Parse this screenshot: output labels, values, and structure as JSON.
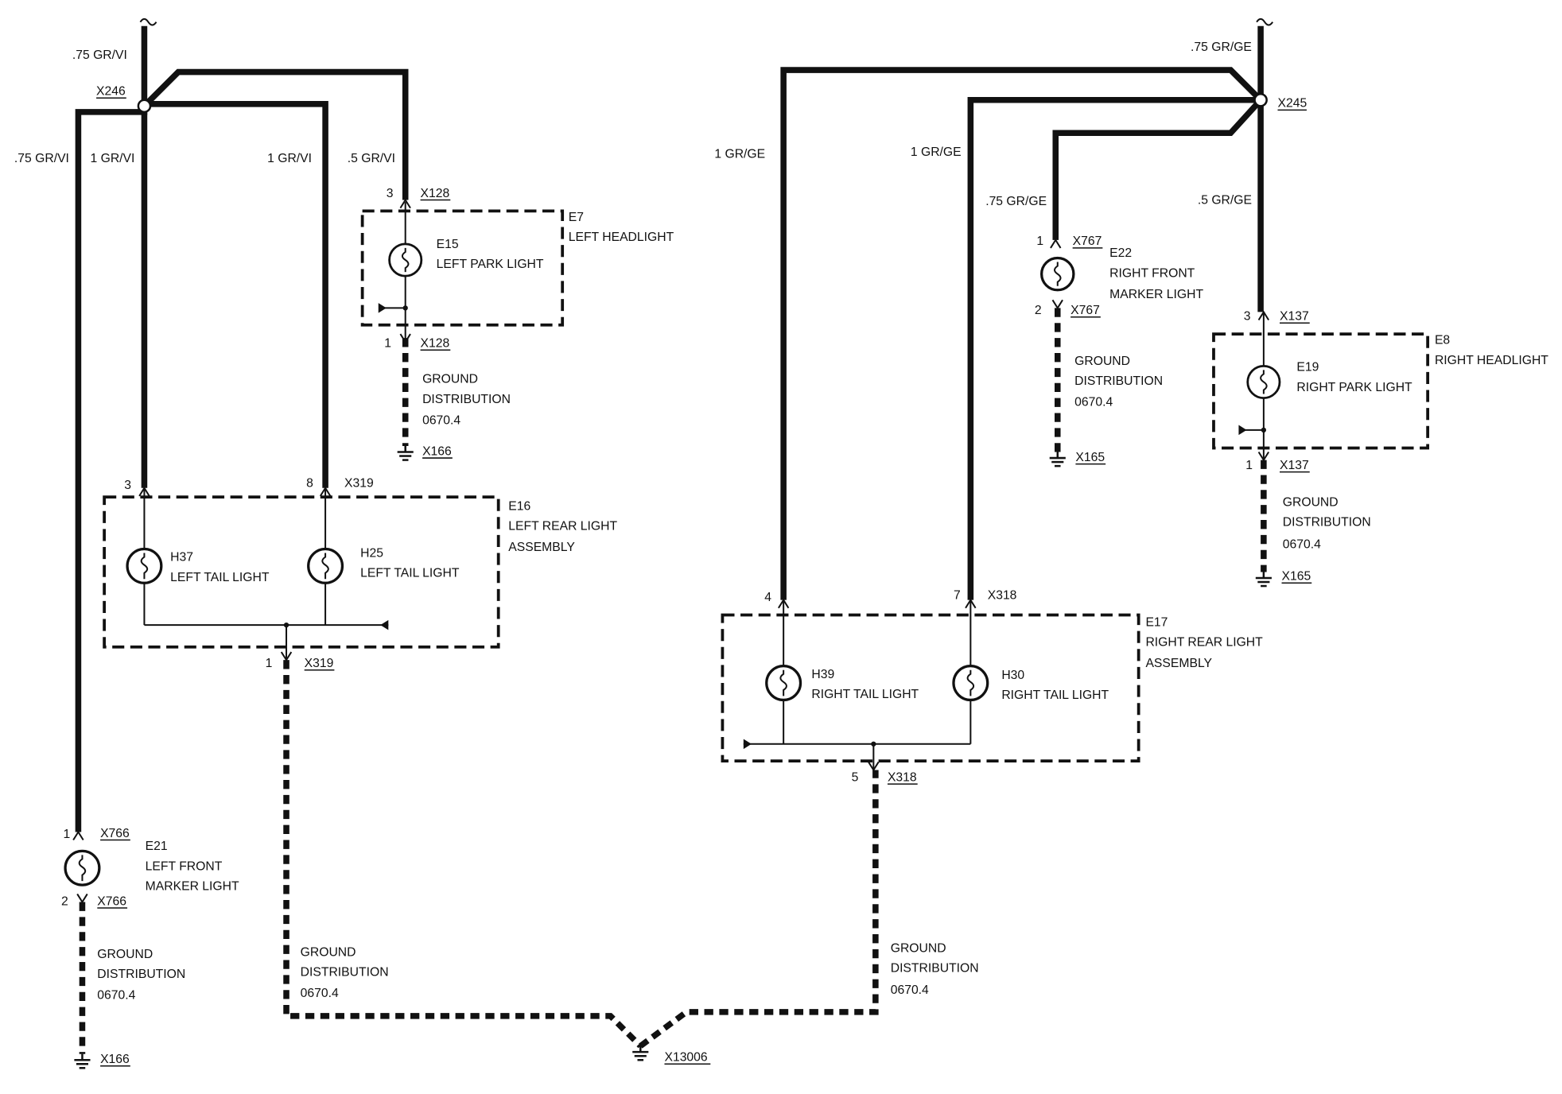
{
  "wires": {
    "top_left_feed": ".75 GR/VI",
    "top_right_feed": ".75 GR/GE",
    "left_outer": ".75 GR/VI",
    "left_inner_a": "1 GR/VI",
    "left_inner_b": "1 GR/VI",
    "left_park": ".5 GR/VI",
    "right_outer": "1 GR/GE",
    "right_inner": "1 GR/GE",
    "right_marker": ".75 GR/GE",
    "right_park": ".5 GR/GE"
  },
  "splices": {
    "left": "X246",
    "right": "X245"
  },
  "connectors": {
    "x128_top": "X128",
    "x128_bottom": "X128",
    "x166_park": "X166",
    "x319_top": "X319",
    "x319_bottom": "X319",
    "x766_top": "X766",
    "x766_bottom": "X766",
    "x166_marker": "X166",
    "x13006": "X13006",
    "x767_top": "X767",
    "x767_bottom": "X767",
    "x165_marker": "X165",
    "x137_top": "X137",
    "x137_bottom": "X137",
    "x165_park": "X165",
    "x318_top": "X318",
    "x318_bottom": "X318"
  },
  "pins": {
    "x128_top": "3",
    "x128_bottom": "1",
    "x319_a": "3",
    "x319_b": "8",
    "x319_ground": "1",
    "x766_top": "1",
    "x766_bottom": "2",
    "x767_top": "1",
    "x767_bottom": "2",
    "x137_top": "3",
    "x137_bottom": "1",
    "x318_a": "4",
    "x318_b": "7",
    "x318_ground": "5"
  },
  "components": {
    "e7": {
      "id": "E7",
      "name": "LEFT HEADLIGHT"
    },
    "e15": {
      "id": "E15",
      "name": "LEFT PARK LIGHT"
    },
    "e16": {
      "id": "E16",
      "name_line1": "LEFT REAR LIGHT",
      "name_line2": "ASSEMBLY"
    },
    "h37": {
      "id": "H37",
      "name": "LEFT TAIL LIGHT"
    },
    "h25": {
      "id": "H25",
      "name": "LEFT TAIL LIGHT"
    },
    "e21": {
      "id": "E21",
      "name_line1": "LEFT FRONT",
      "name_line2": "MARKER LIGHT"
    },
    "e22": {
      "id": "E22",
      "name_line1": "RIGHT FRONT",
      "name_line2": "MARKER LIGHT"
    },
    "e8": {
      "id": "E8",
      "name": "RIGHT HEADLIGHT"
    },
    "e19": {
      "id": "E19",
      "name": "RIGHT PARK LIGHT"
    },
    "e17": {
      "id": "E17",
      "name_line1": "RIGHT REAR LIGHT",
      "name_line2": "ASSEMBLY"
    },
    "h39": {
      "id": "H39",
      "name": "RIGHT TAIL LIGHT"
    },
    "h30": {
      "id": "H30",
      "name": "RIGHT TAIL LIGHT"
    }
  },
  "ground_notes": {
    "left_park": [
      "GROUND",
      "DISTRIBUTION",
      "0670.4"
    ],
    "left_marker": [
      "GROUND",
      "DISTRIBUTION",
      "0670.4"
    ],
    "left_rear": [
      "GROUND",
      "DISTRIBUTION",
      "0670.4"
    ],
    "right_rear": [
      "GROUND",
      "DISTRIBUTION",
      "0670.4"
    ],
    "right_marker": [
      "GROUND",
      "DISTRIBUTION",
      "0670.4"
    ],
    "right_park": [
      "GROUND",
      "DISTRIBUTION",
      "0670.4"
    ]
  }
}
